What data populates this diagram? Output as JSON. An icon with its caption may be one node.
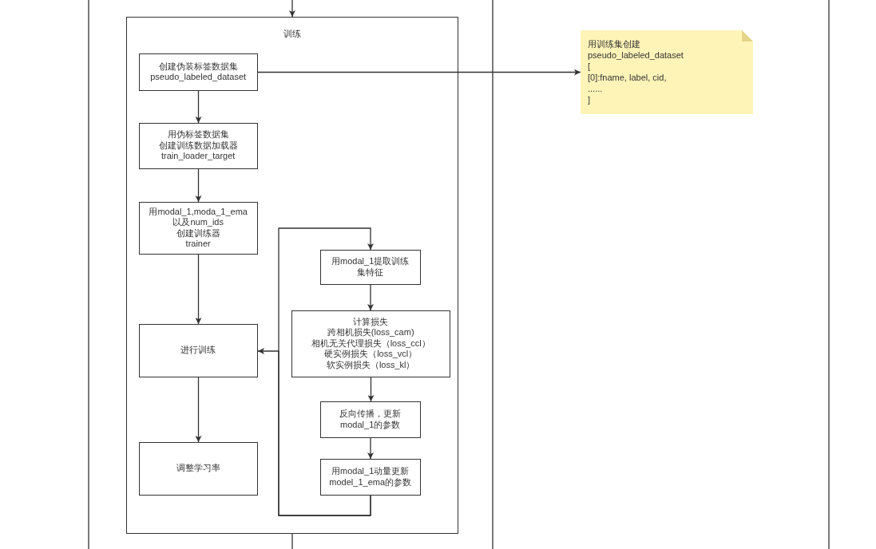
{
  "diagram": {
    "nodes": [
      {
        "text": [
          "训练"
        ]
      },
      {
        "text": [
          "创建伪装标签数据集",
          "pseudo_labeled_dataset"
        ],
        "in": 0
      },
      {
        "text": [
          "用伪标签数据集",
          "创建训练数据加载器",
          "train_loader_target"
        ],
        "in": 0
      },
      {
        "text": [
          "用modal_1,moda_1_ema",
          "以及num_ids",
          "创建训练器",
          "trainer"
        ],
        "in": 0
      },
      {
        "text": [
          "进行训练"
        ],
        "in": 0
      },
      {
        "text": [
          "调整学习率"
        ],
        "in": 0
      },
      {
        "text": [
          "用modal_1提取训练集特征"
        ],
        "in": 0
      },
      {
        "text": [
          "计算损失",
          "跨相机损失(loss_cam)",
          "相机无关代理损失（loss_ccl）",
          "硬实例损失（loss_vcl）",
          "软实例损失（loss_kl）"
        ],
        "in": 0
      },
      {
        "text": [
          "反向传播，更新",
          "modal_1的参数"
        ],
        "in": 0
      },
      {
        "text": [
          "用modal_1动量更新",
          "model_1_ema的参数"
        ],
        "in": 0
      },
      {
        "text": [
          "用训练集创建",
          "pseudo_labeled_dataset",
          "[",
          "[0]:fname, label, cid,",
          "......",
          "]"
        ]
      }
    ],
    "edges": [
      {
        "from": null,
        "to": 0,
        "arrow": "to"
      },
      {
        "from": 1,
        "to": 2,
        "arrow": "to"
      },
      {
        "from": 2,
        "to": 3,
        "arrow": "to"
      },
      {
        "from": 3,
        "to": 4,
        "arrow": "to"
      },
      {
        "from": 4,
        "to": 5,
        "arrow": "to"
      },
      {
        "from": 1,
        "to": 10,
        "arrow": "to"
      },
      {
        "from": 6,
        "to": 7,
        "arrow": "to"
      },
      {
        "from": 7,
        "to": 8,
        "arrow": "to"
      },
      {
        "from": 8,
        "to": 9,
        "arrow": "to"
      },
      {
        "from": 9,
        "to": 6,
        "arrow": "to"
      },
      {
        "from": 9,
        "to": 4,
        "arrow": "to"
      },
      {
        "from": 0,
        "to": null,
        "arrow": "none"
      }
    ]
  }
}
